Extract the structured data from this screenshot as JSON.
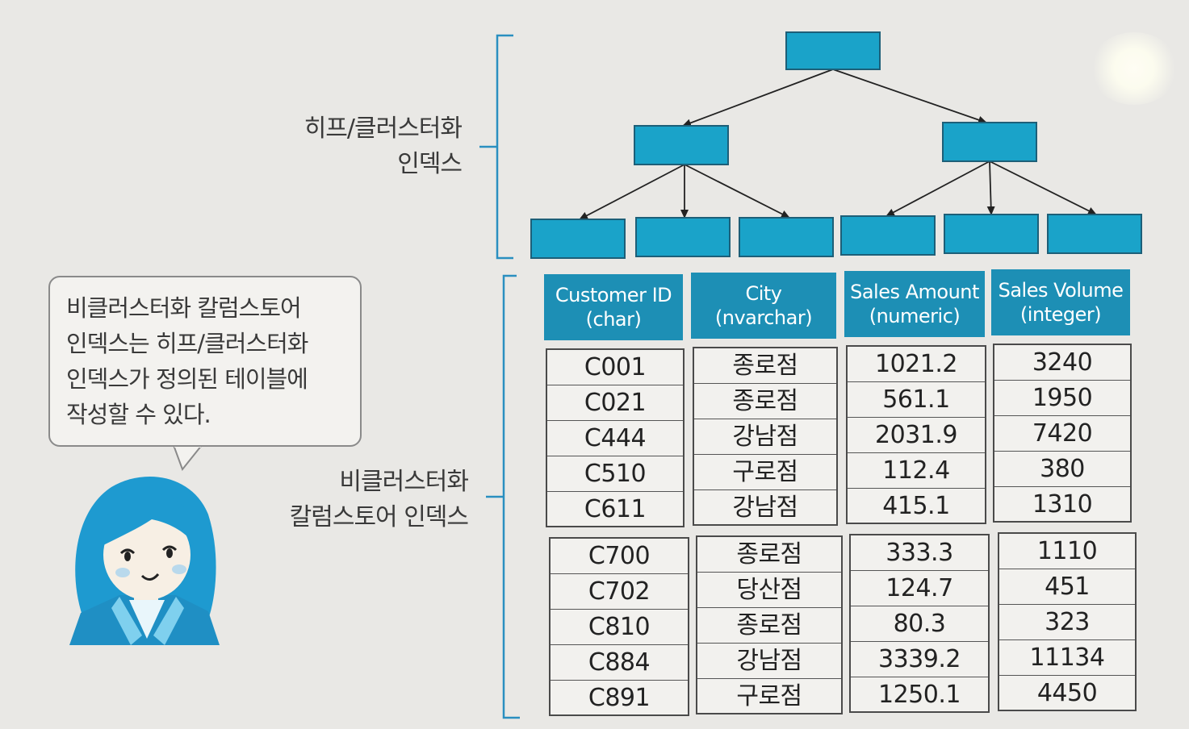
{
  "labels": {
    "rowstore_line1": "히프/클러스터화",
    "rowstore_line2": "인덱스",
    "columnstore_line1": "비클러스터화",
    "columnstore_line2": "칼럼스토어 인덱스"
  },
  "bubble": {
    "lines": [
      "비클러스터화 칼럼스토어",
      "인덱스는 히프/클러스터화",
      "인덱스가 정의된 테이블에",
      "작성할 수 있다."
    ]
  },
  "columns": [
    {
      "name": "Customer ID",
      "type": "(char)",
      "group1": [
        "C001",
        "C021",
        "C444",
        "C510",
        "C611"
      ],
      "group2": [
        "C700",
        "C702",
        "C810",
        "C884",
        "C891"
      ]
    },
    {
      "name": "City",
      "type": "(nvarchar)",
      "group1": [
        "종로점",
        "종로점",
        "강남점",
        "구로점",
        "강남점"
      ],
      "group2": [
        "종로점",
        "당산점",
        "종로점",
        "강남점",
        "구로점"
      ]
    },
    {
      "name": "Sales Amount",
      "type": "(numeric)",
      "group1": [
        "1021.2",
        "561.1",
        "2031.9",
        "112.4",
        "415.1"
      ],
      "group2": [
        "333.3",
        "124.7",
        "80.3",
        "3339.2",
        "1250.1"
      ]
    },
    {
      "name": "Sales Volume",
      "type": "(integer)",
      "group1": [
        "3240",
        "1950",
        "7420",
        "380",
        "1310"
      ],
      "group2": [
        "1110",
        "451",
        "323",
        "11134",
        "4450"
      ]
    }
  ],
  "colors": {
    "node_fill": "#1aa3c9",
    "header_fill": "#1d8fb5",
    "bracket": "#2a8fc0",
    "character_hair": "#1e9ad0"
  }
}
